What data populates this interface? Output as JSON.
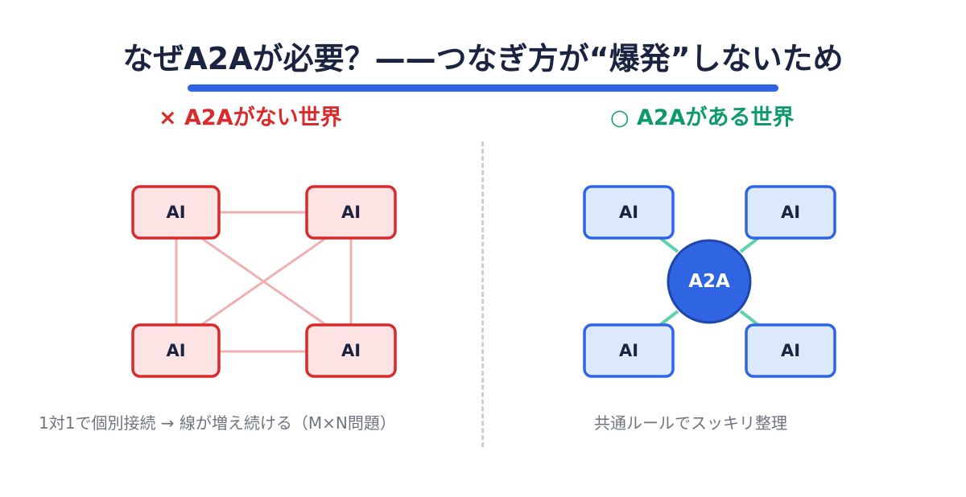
{
  "title": "なぜA2Aが必要？——つなぎ方が“爆発”しないため",
  "colors": {
    "title": "#1b2340",
    "underline": "#2f64e3",
    "bad": "#d92b2b",
    "good": "#0f9a6e",
    "ai_red_fill": "#fde3e4",
    "ai_red_stroke": "#d92b2b",
    "red_link": "#efb0b1",
    "ai_blue_fill": "#dce8fb",
    "ai_blue_stroke": "#2f64e3",
    "hub_fill": "#2f64e3",
    "teal_link": "#5fd0b0"
  },
  "left": {
    "heading": "× A2Aがない世界",
    "nodes": [
      "AI",
      "AI",
      "AI",
      "AI"
    ],
    "caption": "1対1で個別接続 → 線が増え続ける（M×N問題）"
  },
  "right": {
    "heading": "○ A2Aがある世界",
    "nodes": [
      "AI",
      "AI",
      "AI",
      "AI"
    ],
    "hub": "A2A",
    "caption": "共通ルールでスッキリ整理"
  }
}
